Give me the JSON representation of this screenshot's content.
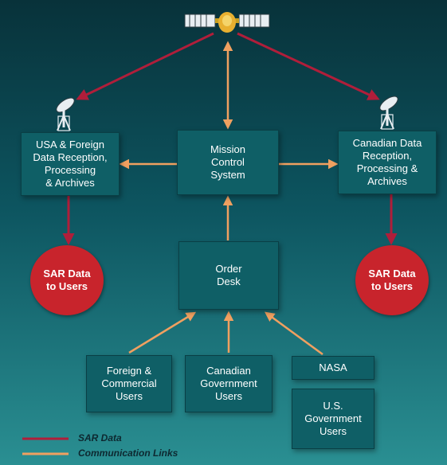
{
  "nodes": {
    "mission_control": "Mission\nControl\nSystem",
    "usa_foreign": "USA & Foreign\nData Reception,\nProcessing\n& Archives",
    "canadian_data": "Canadian Data\nReception,\nProcessing &\nArchives",
    "order_desk": "Order\nDesk",
    "sar_left": "SAR Data\nto Users",
    "sar_right": "SAR Data\nto Users",
    "foreign_commercial": "Foreign &\nCommercial\nUsers",
    "canadian_gov": "Canadian\nGovernment\nUsers",
    "nasa": "NASA",
    "us_gov": "U.S.\nGovernment\nUsers"
  },
  "legend": {
    "sar_data": "SAR Data",
    "communication_links": "Communication Links"
  },
  "colors": {
    "sar_line": "#b01e3a",
    "comm_line": "#f0a060",
    "box": "#0f5f66",
    "circle": "#c8242c"
  },
  "icons": [
    "satellite-icon",
    "antenna-dish-icon"
  ]
}
